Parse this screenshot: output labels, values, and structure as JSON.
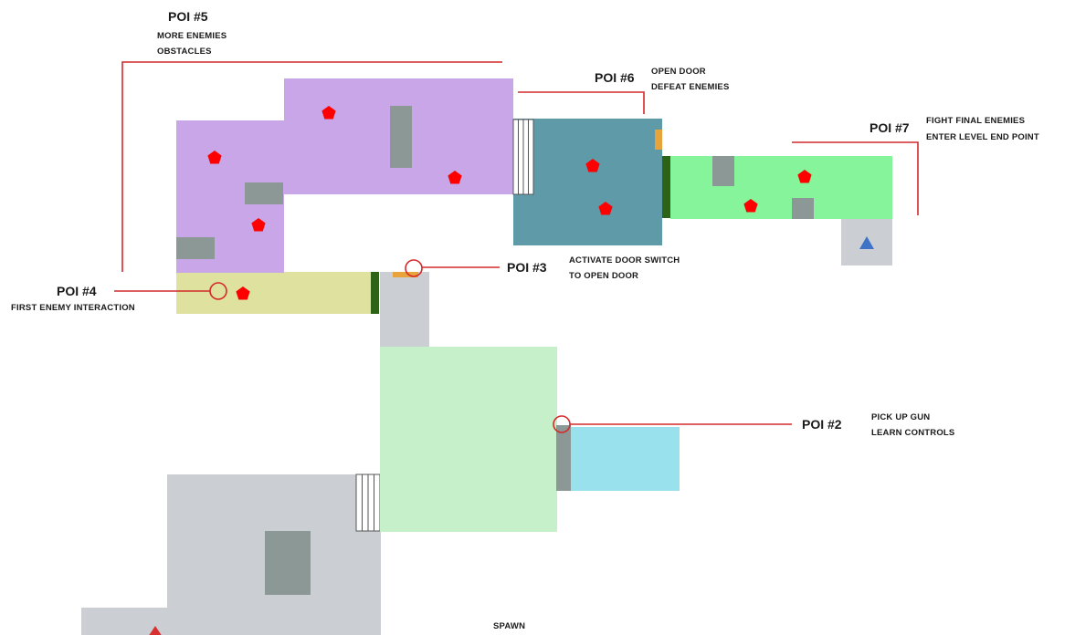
{
  "colors": {
    "purple_zone": "#c8a6e8",
    "teal_zone": "#5f9aa9",
    "green_zone": "#85f49a",
    "yellow_zone": "#dfe19e",
    "light_green_zone": "#c5f0ca",
    "cyan_zone": "#99e1ed",
    "grey_zone": "#cbcfd3",
    "obstacle": "#8b9896",
    "door_dark": "#2d6317",
    "switch": "#e8a33a",
    "enemy": "#ff0000",
    "callout_line": "#d42a2a",
    "end_marker": "#3e73c8",
    "spawn_marker": "#d83030"
  },
  "pois": [
    {
      "id": "poi1",
      "label": "SPAWN",
      "lines": []
    },
    {
      "id": "poi2",
      "label": "POI #2",
      "lines": [
        "PICK UP GUN",
        "LEARN CONTROLS"
      ]
    },
    {
      "id": "poi3",
      "label": "POI #3",
      "lines": [
        "ACTIVATE DOOR SWITCH",
        "TO OPEN DOOR"
      ]
    },
    {
      "id": "poi4",
      "label": "POI #4",
      "lines": [
        "FIRST ENEMY INTERACTION"
      ]
    },
    {
      "id": "poi5",
      "label": "POI #5",
      "lines": [
        "MORE ENEMIES",
        "OBSTACLES"
      ]
    },
    {
      "id": "poi6",
      "label": "POI #6",
      "lines": [
        "OPEN DOOR",
        "DEFEAT ENEMIES"
      ]
    },
    {
      "id": "poi7",
      "label": "POI #7",
      "lines": [
        "FIGHT FINAL ENEMIES",
        "ENTER LEVEL END POINT"
      ]
    }
  ],
  "markers": {
    "enemy_icon": "pentagon",
    "spawn_icon": "triangle",
    "end_icon": "triangle"
  }
}
